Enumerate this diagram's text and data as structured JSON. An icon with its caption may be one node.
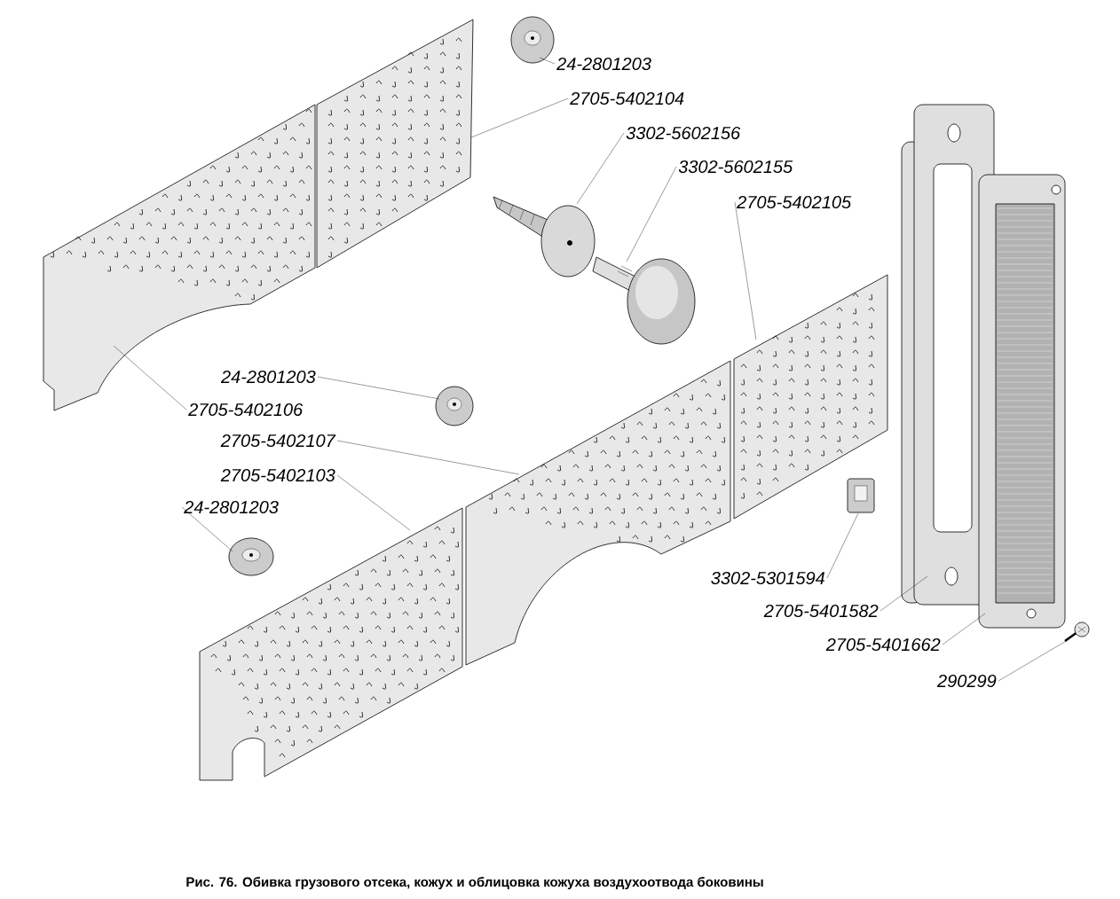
{
  "diagram": {
    "caption": "Рис. 76. Обивка грузового отсека, кожух и облицовка кожуха воздухоотвода боковины",
    "nodes": [
      {
        "text": [
          "24-2801203"
        ]
      },
      {
        "text": [
          "2705-5402104"
        ]
      },
      {
        "text": [
          "3302-5602156"
        ]
      },
      {
        "text": [
          "3302-5602155"
        ]
      },
      {
        "text": [
          "2705-5402105"
        ]
      },
      {
        "text": [
          "24-2801203"
        ]
      },
      {
        "text": [
          "2705-5402106"
        ]
      },
      {
        "text": [
          "2705-5402107"
        ]
      },
      {
        "text": [
          "2705-5402103"
        ]
      },
      {
        "text": [
          "24-2801203"
        ]
      },
      {
        "text": [
          "3302-5301594"
        ]
      },
      {
        "text": [
          "2705-5401582"
        ]
      },
      {
        "text": [
          "2705-5401662"
        ]
      },
      {
        "text": [
          "290299"
        ]
      },
      {
        "text": [],
        "shape": "picture"
      },
      {
        "text": [],
        "shape": "picture"
      },
      {
        "text": [],
        "shape": "picture"
      },
      {
        "text": [],
        "shape": "picture"
      },
      {
        "text": [],
        "shape": "picture"
      },
      {
        "text": [],
        "shape": "picture"
      },
      {
        "text": [],
        "shape": "picture"
      },
      {
        "text": [],
        "shape": "picture"
      },
      {
        "text": [],
        "shape": "picture"
      },
      {
        "text": [],
        "shape": "picture"
      },
      {
        "text": [],
        "shape": "picture"
      },
      {
        "text": [],
        "shape": "picture"
      },
      {
        "text": [],
        "shape": "picture"
      },
      {
        "text": [],
        "shape": "picture"
      }
    ],
    "edges": [
      {
        "from": 0,
        "to": 14,
        "arrow": "none"
      },
      {
        "from": 1,
        "to": 15,
        "arrow": "none"
      },
      {
        "from": 2,
        "to": 16,
        "arrow": "none"
      },
      {
        "from": 3,
        "to": 17,
        "arrow": "none"
      },
      {
        "from": 4,
        "to": 18,
        "arrow": "none"
      },
      {
        "from": 5,
        "to": 19,
        "arrow": "none"
      },
      {
        "from": 6,
        "to": 20,
        "arrow": "none"
      },
      {
        "from": 7,
        "to": 21,
        "arrow": "none"
      },
      {
        "from": 8,
        "to": 22,
        "arrow": "none"
      },
      {
        "from": 9,
        "to": 23,
        "arrow": "none"
      },
      {
        "from": 10,
        "to": 24,
        "arrow": "none"
      },
      {
        "from": 11,
        "to": 25,
        "arrow": "none"
      },
      {
        "from": 12,
        "to": 26,
        "arrow": "none"
      },
      {
        "from": 13,
        "to": 27,
        "arrow": "none"
      }
    ]
  }
}
